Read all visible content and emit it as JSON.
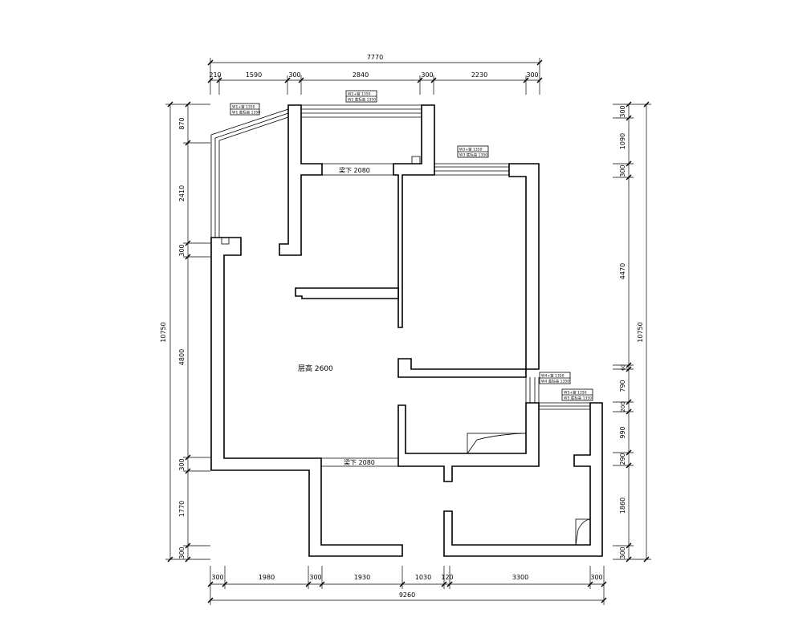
{
  "top_total": "7770",
  "top_segments": [
    "210",
    "1590",
    "300",
    "2840",
    "300",
    "2230",
    "300"
  ],
  "bottom_total": "9260",
  "bottom_segments": [
    "300",
    "1980",
    "300",
    "1930",
    "1030",
    "120",
    "3300",
    "300"
  ],
  "left_total": "10750",
  "left_segments": [
    "870",
    "2410",
    "300",
    "4800",
    "300",
    "1770",
    "300"
  ],
  "right_total": "10750",
  "right_segments": [
    "300",
    "1090",
    "300",
    "4470",
    "60",
    "790",
    "200",
    "990",
    "290",
    "1860",
    "300"
  ],
  "room_labels": {
    "ceiling_height": "层高 2600",
    "beam_upper": "梁下 2080",
    "beam_lower": "梁下 2080"
  },
  "window_tags": {
    "w1_line1": "W1+窗 1350",
    "w1_line2": "W1 底标高 1350",
    "w2_line1": "W2+窗 1350",
    "w2_line2": "W2 底标高 1350",
    "w3_line1": "W3+窗 1350",
    "w3_line2": "W3 底标高 1350",
    "w4_line1": "W4+窗 1350",
    "w4_line2": "W4 底标高 1350",
    "w5_line1": "W5+窗 1350",
    "w5_line2": "W5 底标高 1350"
  }
}
